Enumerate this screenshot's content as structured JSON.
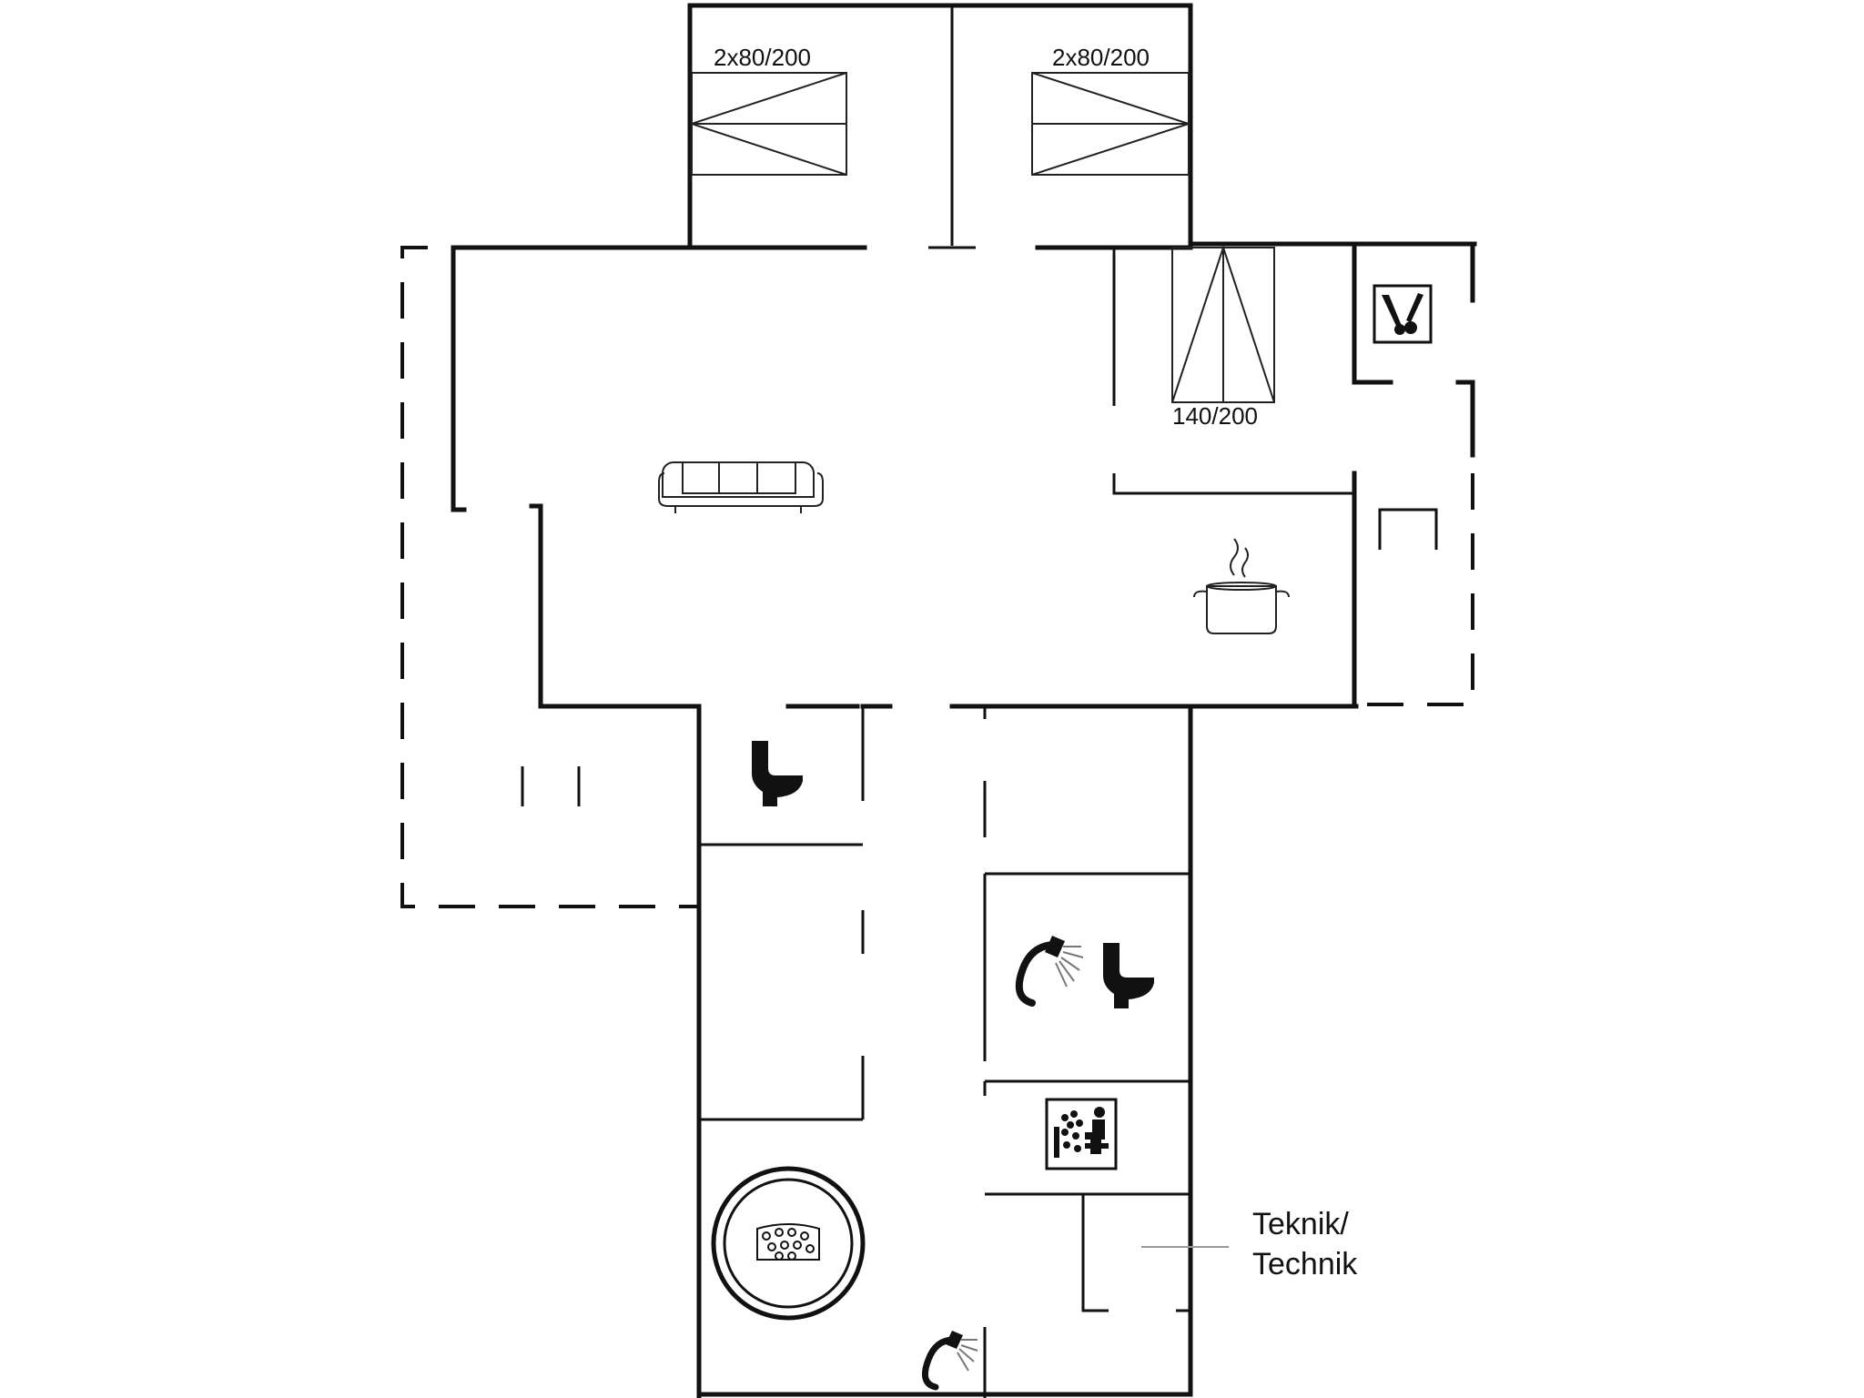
{
  "labels": {
    "bed_1": "2x80/200",
    "bed_2": "2x80/200",
    "bed_3": "140/200",
    "tech_line1": "Teknik/",
    "tech_line2": "Technik"
  },
  "icons": [
    "sofa-icon",
    "cooking-pot-icon",
    "toilet-icon",
    "shower-icon",
    "sauna-icon",
    "hot-tub-icon",
    "washing-machine-icon"
  ],
  "colors": {
    "line": "#111111",
    "background": "#ffffff"
  }
}
